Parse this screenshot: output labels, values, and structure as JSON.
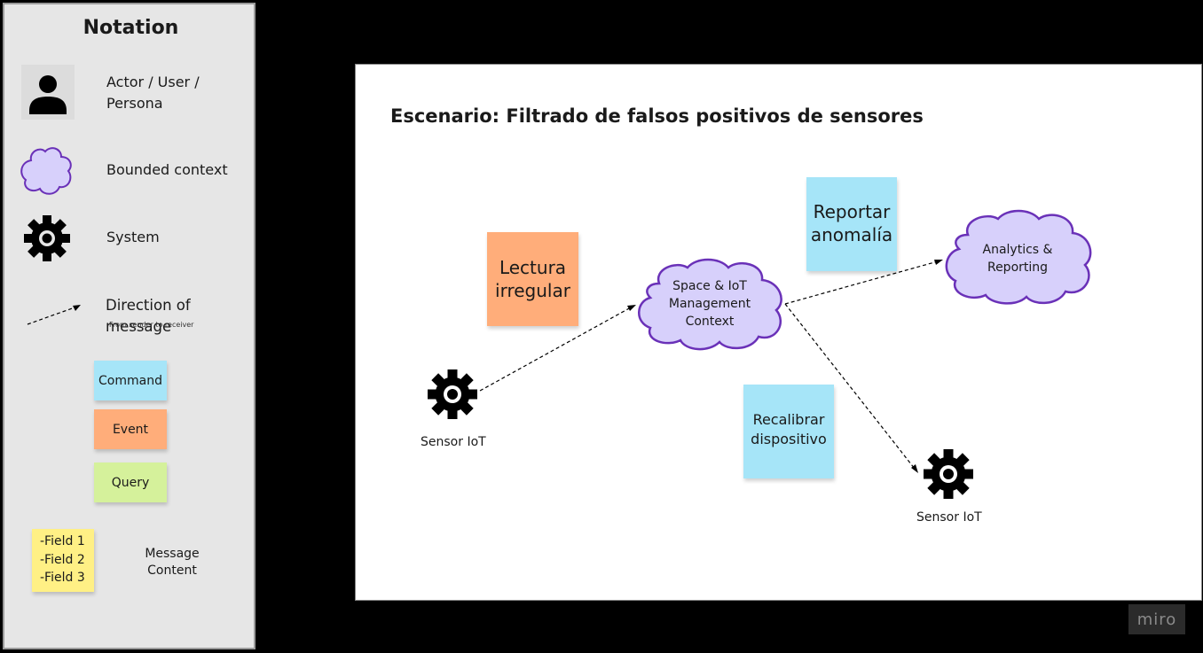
{
  "notation": {
    "title": "Notation",
    "actor_label_line1": "Actor / User /",
    "actor_label_line2": "Persona",
    "bounded_context_label": "Bounded context",
    "system_label": "System",
    "direction_label": "Direction of message",
    "direction_sublabel": "From sender to receiver",
    "command_label": "Command",
    "event_label": "Event",
    "query_label": "Query",
    "fields": [
      "-Field 1",
      "-Field 2",
      "-Field 3"
    ],
    "message_content_line1": "Message",
    "message_content_line2": "Content"
  },
  "board": {
    "title": "Escenario: Filtrado de falsos positivos de sensores",
    "event_line1": "Lectura",
    "event_line2": "irregular",
    "command_report_line1": "Reportar",
    "command_report_line2": "anomalía",
    "command_recal_line1": "Recalibrar",
    "command_recal_line2": "dispositivo",
    "context_main_line1": "Space & IoT",
    "context_main_line2": "Management",
    "context_main_line3": "Context",
    "context_analytics_line1": "Analytics &",
    "context_analytics_line2": "Reporting",
    "sensor_left_label": "Sensor IoT",
    "sensor_right_label": "Sensor IoT"
  },
  "branding": {
    "logo_text": "miro"
  },
  "colors": {
    "command": "#a6e5f8",
    "event": "#ffad7a",
    "query": "#d5f19b",
    "fields": "#fff085",
    "cloud_fill": "#d7d0fb",
    "cloud_stroke": "#6a31b8",
    "panel": "#e6e6e6",
    "board": "#ffffff"
  },
  "icons": [
    "user-icon",
    "cloud-icon",
    "gear-icon",
    "dashed-arrow-icon"
  ]
}
